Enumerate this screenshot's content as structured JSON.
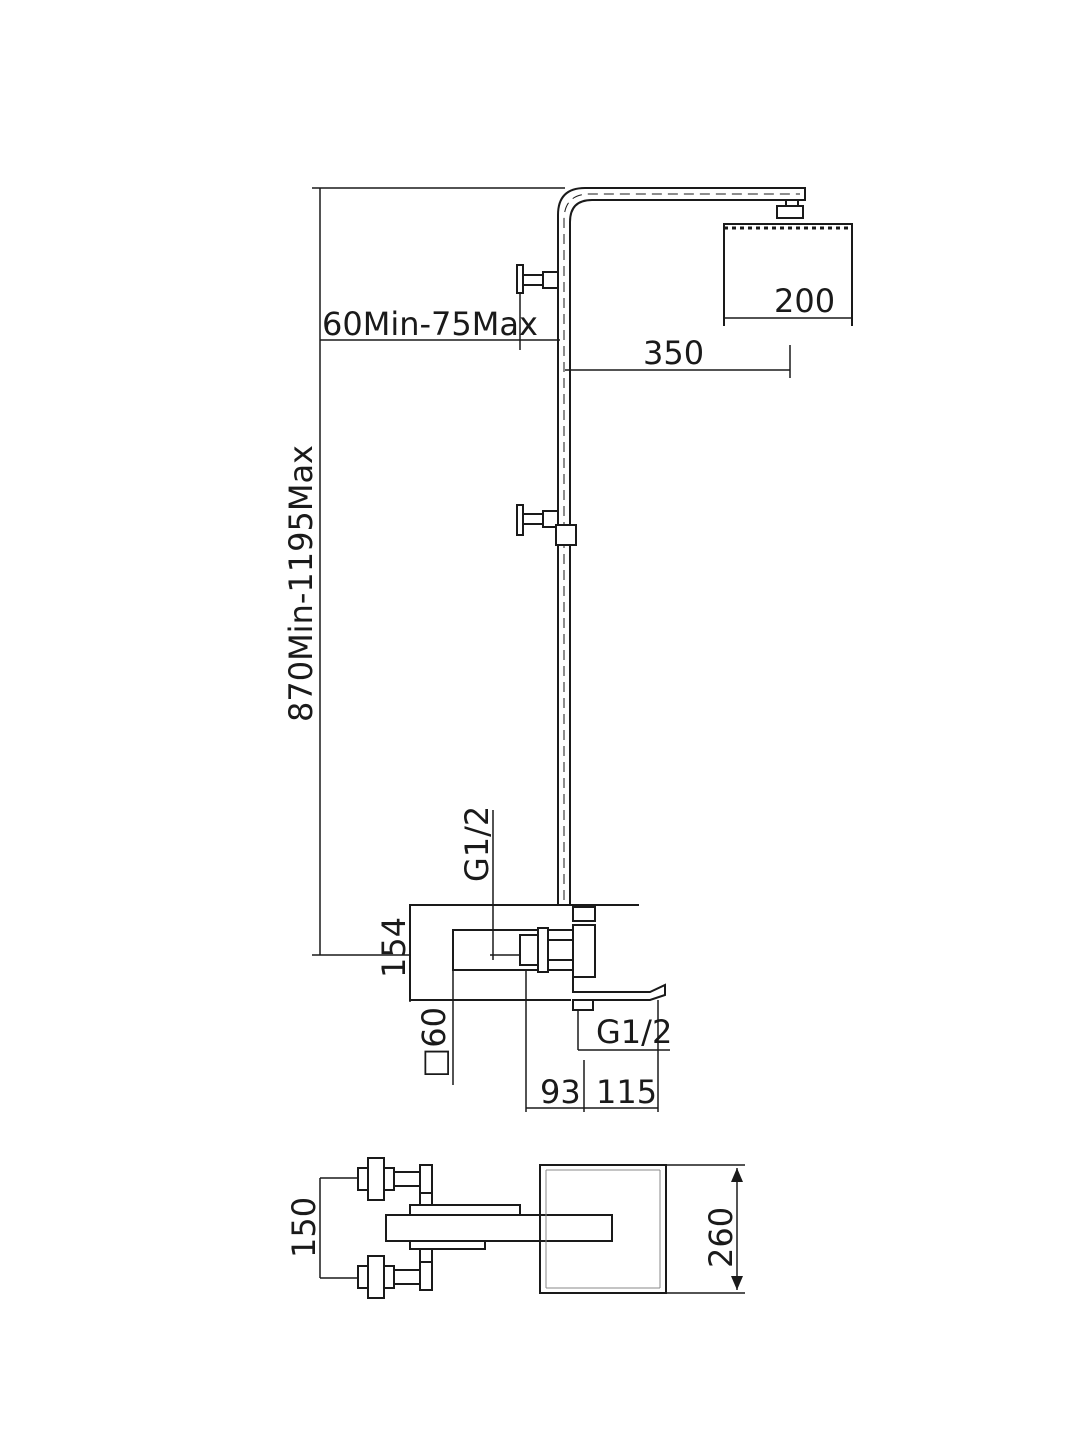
{
  "dimensions": {
    "showerhead_width": "200",
    "arm_length": "350",
    "wall_bracket_offset": "60Min-75Max",
    "riser_height": "870Min-1195Max",
    "inlet_thread_top": "G1/2",
    "valve_height": "154",
    "square_size": "□60",
    "outlet_thread": "G1/2",
    "valve_depth": "93",
    "spout_length": "115",
    "inlet_spacing": "150",
    "head_size_plan": "260"
  },
  "colors": {
    "line": "#1a1a1a",
    "background": "#ffffff"
  }
}
